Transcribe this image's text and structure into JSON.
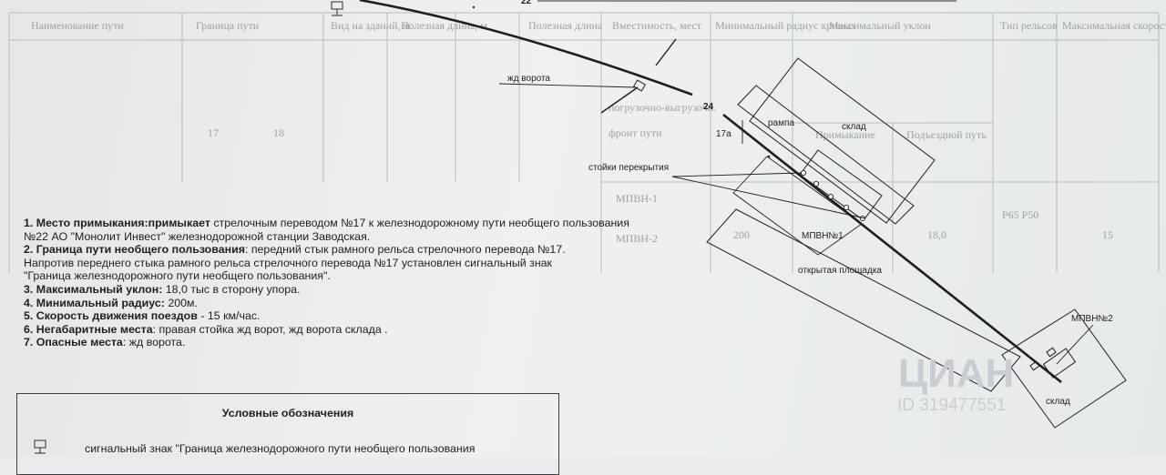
{
  "top_label": "22",
  "faint_table": {
    "headers": [
      "Наименование пути",
      "Граница пути",
      "Вид на зданий, м",
      "Полезная длина, м",
      "Полезная длина",
      "Вместимость, мест",
      "Минимальный радиус кривых",
      "Максимальный уклон",
      "Тип рельсов",
      "Максимальная скорость км/час"
    ],
    "row": [
      "17",
      "18",
      "МПВН-1",
      "МПВН-2",
      "200",
      "18,0",
      "Р65 Р50",
      "15"
    ],
    "extra": [
      "погрузочно-выгрузочн.",
      "фронт пути",
      "Примыкание",
      "Подъездной путь"
    ]
  },
  "diagram_labels": {
    "gate": "жд ворота",
    "track24": "24",
    "switch17a": "17а",
    "ramp": "рампа",
    "warehouse1": "склад",
    "columns": "стойки перекрытия",
    "mpvn1": "МПВН№1",
    "open_area": "открытая площадка",
    "mpvn2": "МПВН№2",
    "warehouse2": "склад"
  },
  "notes": [
    {
      "bold": "1. Место примыкания:примыкает",
      "text": " стрелочным переводом №17 к железнодорожному пути необщего пользования"
    },
    {
      "bold": "",
      "text": "№22  АО \"Монолит Инвест\" железнодорожной станции Заводская."
    },
    {
      "bold": "2. Граница пути необщего пользования",
      "text": ": передний стык рамного рельса стрелочного перевода №17."
    },
    {
      "bold": "",
      "text": "Напротив  переднего стыка рамного рельса стрелочного перевода №17 установлен сигнальный знак"
    },
    {
      "bold": "",
      "text": "\"Граница железнодорожного пути необщего пользования\"."
    },
    {
      "bold": "3. Максимальный уклон:",
      "text": " 18,0 тыс в сторону упора."
    },
    {
      "bold": "4. Минимальный радиус:",
      "text": " 200м."
    },
    {
      "bold": "5. Скорость движения поездов",
      "text": " - 15 км/час."
    },
    {
      "bold": "6. Негабаритные места",
      "text": ": правая  стойка жд ворот, жд ворота склада ."
    },
    {
      "bold": "7. Опасные  места",
      "text": ": жд ворота."
    }
  ],
  "legend": {
    "title": "Условные обозначения",
    "signal_sign": "сигнальный знак \"Граница железнодорожного пути необщего пользования"
  },
  "watermark": {
    "brand": "ЦИАН",
    "id": "ID 319477551"
  }
}
